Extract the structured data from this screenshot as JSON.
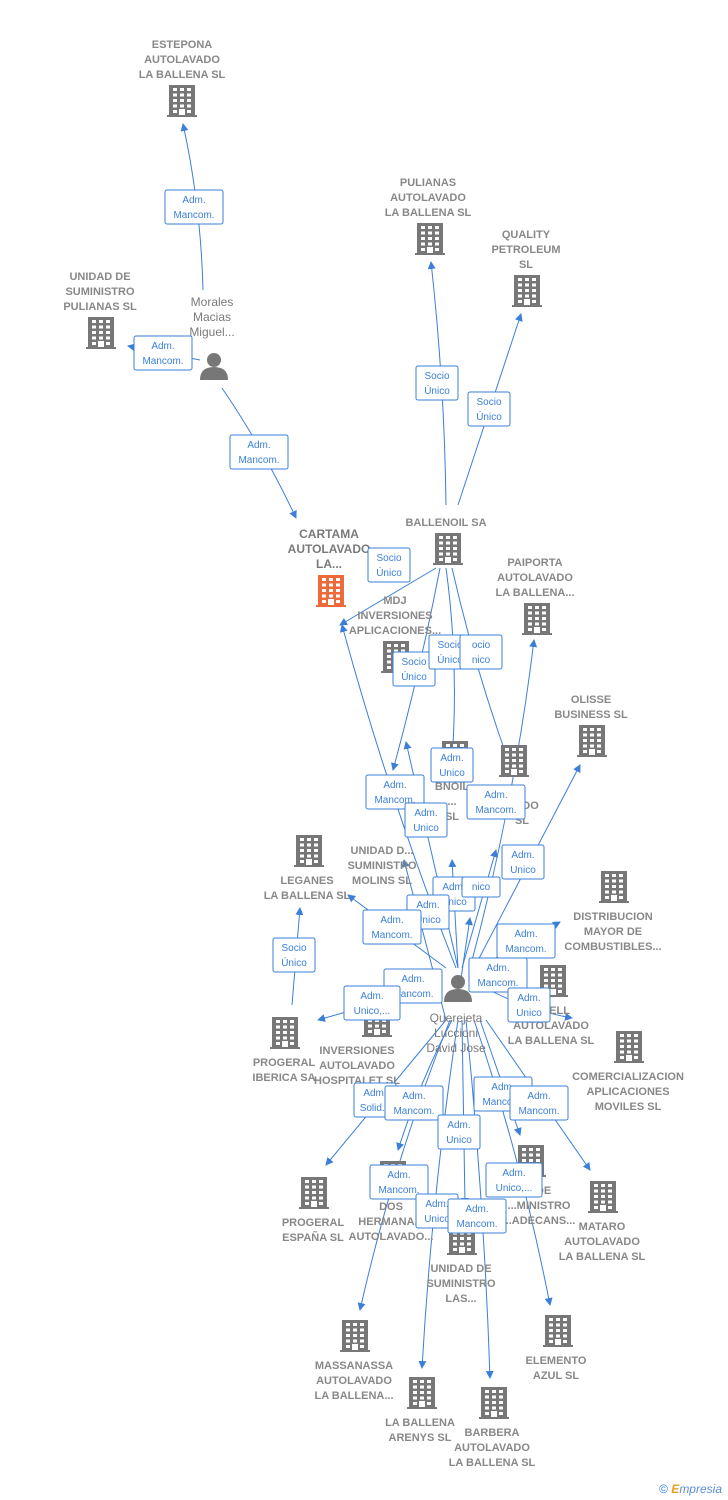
{
  "footer": {
    "copyright": "©",
    "brand_initial": "E",
    "brand_rest": "mpresia"
  },
  "colors": {
    "company": "#777777",
    "focus": "#ef6a3a",
    "edge": "#3b7fd9"
  },
  "nodes": [
    {
      "id": "estepona",
      "kind": "company",
      "icon": "building-icon",
      "lines": [
        "ESTEPONA",
        "AUTOLAVADO",
        "LA BALLENA SL"
      ]
    },
    {
      "id": "pulianas_autolavado",
      "kind": "company",
      "icon": "building-icon",
      "lines": [
        "PULIANAS",
        "AUTOLAVADO",
        "LA BALLENA SL"
      ]
    },
    {
      "id": "quality",
      "kind": "company",
      "icon": "building-icon",
      "lines": [
        "QUALITY",
        "PETROLEUM",
        "SL"
      ]
    },
    {
      "id": "unidad_pulianas",
      "kind": "company",
      "icon": "building-icon",
      "lines": [
        "UNIDAD DE",
        "SUMINISTRO",
        "PULIANAS  SL"
      ]
    },
    {
      "id": "morales",
      "kind": "person",
      "icon": "person-icon",
      "lines": [
        "Morales",
        "Macias",
        "Miguel..."
      ]
    },
    {
      "id": "cartama",
      "kind": "focus",
      "icon": "building-icon",
      "lines": [
        "CARTAMA",
        "AUTOLAVADO",
        "LA..."
      ]
    },
    {
      "id": "ballenoil",
      "kind": "company",
      "icon": "building-icon",
      "lines": [
        "BALLENOIL SA"
      ]
    },
    {
      "id": "paiporta",
      "kind": "company",
      "icon": "building-icon",
      "lines": [
        "PAIPORTA",
        "AUTOLAVADO",
        "LA BALLENA..."
      ]
    },
    {
      "id": "mdj",
      "kind": "company",
      "icon": "building-icon",
      "lines": [
        "MDJ",
        "INVERSIONES",
        "APLICACIONES..."
      ]
    },
    {
      "id": "olisse",
      "kind": "company",
      "icon": "building-icon",
      "lines": [
        "OLISSE",
        "BUSINESS  SL"
      ]
    },
    {
      "id": "bnoil",
      "kind": "company",
      "icon": "building-icon",
      "lines": [
        "BNOIL",
        "...",
        "SL"
      ]
    },
    {
      "id": "autolavado_s",
      "kind": "company",
      "icon": "building-icon",
      "lines": [
        "S",
        "...ADO",
        "SL"
      ]
    },
    {
      "id": "unidad_molins",
      "kind": "company",
      "icon": "building-icon",
      "lines": [
        "UNIDAD D...",
        "SUMINISTRO",
        "MOLINS SL"
      ]
    },
    {
      "id": "leganes",
      "kind": "company",
      "icon": "building-icon",
      "lines": [
        "LEGANES",
        "LA BALLENA SL"
      ]
    },
    {
      "id": "distribucion",
      "kind": "company",
      "icon": "building-icon",
      "lines": [
        "DISTRIBUCION",
        "MAYOR DE",
        "COMBUSTIBLES..."
      ]
    },
    {
      "id": "querejeta",
      "kind": "person",
      "icon": "person-icon",
      "lines": [
        "Querejeta",
        "Luccioni",
        "David Jose"
      ]
    },
    {
      "id": "dell",
      "kind": "company",
      "icon": "building-icon",
      "lines": [
        "...DELL",
        "AUTOLAVADO",
        "LA BALLENA SL"
      ]
    },
    {
      "id": "inversiones",
      "kind": "company",
      "icon": "building-icon",
      "lines": [
        "INVERSIONES",
        "AUTOLAVADO",
        "HOSPITALET SL"
      ]
    },
    {
      "id": "progeral_iberica",
      "kind": "company",
      "icon": "building-icon",
      "lines": [
        "PROGERAL",
        "IBERICA SA"
      ]
    },
    {
      "id": "comercializacion",
      "kind": "company",
      "icon": "building-icon",
      "lines": [
        "COMERCIALIZACION",
        "APLICACIONES",
        "MOVILES  SL"
      ]
    },
    {
      "id": "progeral_espana",
      "kind": "company",
      "icon": "building-icon",
      "lines": [
        "PROGERAL",
        "ESPAÑA SL"
      ]
    },
    {
      "id": "dos_hermanas",
      "kind": "company",
      "icon": "building-icon",
      "lines": [
        "DOS",
        "HERMANA...",
        "AUTOLAVADO..."
      ]
    },
    {
      "id": "unidad_cans",
      "kind": "company",
      "icon": "building-icon",
      "lines": [
        "...DE",
        "...MINISTRO",
        "...ADECANS..."
      ]
    },
    {
      "id": "mataro",
      "kind": "company",
      "icon": "building-icon",
      "lines": [
        "MATARO",
        "AUTOLAVADO",
        "LA BALLENA SL"
      ]
    },
    {
      "id": "unidad_las",
      "kind": "company",
      "icon": "building-icon",
      "lines": [
        "UNIDAD DE",
        "SUMINISTRO",
        "LAS..."
      ]
    },
    {
      "id": "massanassa",
      "kind": "company",
      "icon": "building-icon",
      "lines": [
        "MASSANASSA",
        "AUTOLAVADO",
        "LA BALLENA..."
      ]
    },
    {
      "id": "elemento",
      "kind": "company",
      "icon": "building-icon",
      "lines": [
        "ELEMENTO",
        "AZUL SL"
      ]
    },
    {
      "id": "arenys",
      "kind": "company",
      "icon": "building-icon",
      "lines": [
        "LA BALLENA",
        "ARENYS SL"
      ]
    },
    {
      "id": "barbera",
      "kind": "company",
      "icon": "building-icon",
      "lines": [
        "BARBERA",
        "AUTOLAVADO",
        "LA BALLENA SL"
      ]
    }
  ],
  "edge_labels": [
    {
      "id": "e_estepona",
      "lines": [
        "Adm.",
        "Mancom."
      ]
    },
    {
      "id": "e_unidad_pulianas",
      "lines": [
        "Adm.",
        "Mancom."
      ]
    },
    {
      "id": "e_cartama_morales",
      "lines": [
        "Adm.",
        "Mancom."
      ]
    },
    {
      "id": "e_pulianas",
      "lines": [
        "Socio",
        "Único"
      ]
    },
    {
      "id": "e_quality",
      "lines": [
        "Socio",
        "Único"
      ]
    },
    {
      "id": "e_mdj",
      "lines": [
        "Socio",
        "Único"
      ]
    },
    {
      "id": "e_b1",
      "lines": [
        "Socio",
        "Único"
      ]
    },
    {
      "id": "e_b2",
      "lines": [
        "Socio",
        "Único"
      ]
    },
    {
      "id": "e_b3",
      "lines": [
        "ocio",
        "nico"
      ]
    },
    {
      "id": "e_bnoil",
      "lines": [
        "Adm.",
        "Unico"
      ]
    },
    {
      "id": "e_cartama_q",
      "lines": [
        "Adm.",
        "Mancom."
      ]
    },
    {
      "id": "e_molins",
      "lines": [
        "Adm.",
        "Unico"
      ]
    },
    {
      "id": "e_autolavado_s",
      "lines": [
        "Adm.",
        "Mancom."
      ]
    },
    {
      "id": "e_olisse",
      "lines": [
        "Adm.",
        "Unico"
      ]
    },
    {
      "id": "e_q1",
      "lines": [
        "Adm.",
        "Unico"
      ]
    },
    {
      "id": "e_q2",
      "lines": [
        "Adm.",
        "Unico"
      ]
    },
    {
      "id": "e_q3",
      "lines": [
        "nico"
      ]
    },
    {
      "id": "e_leganes",
      "lines": [
        "Adm.",
        "Mancom."
      ]
    },
    {
      "id": "e_leganes_prog",
      "lines": [
        "Socio",
        "Único"
      ]
    },
    {
      "id": "e_distribucion",
      "lines": [
        "Adm.",
        "Mancom."
      ]
    },
    {
      "id": "e_dell",
      "lines": [
        "Adm.",
        "Mancom."
      ]
    },
    {
      "id": "e_inversiones",
      "lines": [
        "Adm.",
        "Mancom."
      ]
    },
    {
      "id": "e_progeral_iberica",
      "lines": [
        "Adm.",
        "Unico,..."
      ]
    },
    {
      "id": "e_dell2",
      "lines": [
        "Adm.",
        "Unico"
      ]
    },
    {
      "id": "e_progeral_espana",
      "lines": [
        "Adm.",
        "Solid..."
      ]
    },
    {
      "id": "e_dos",
      "lines": [
        "Adm.",
        "Mancom."
      ]
    },
    {
      "id": "e_comercializacion",
      "lines": [
        "Adm.",
        "Mancom."
      ]
    },
    {
      "id": "e_cans",
      "lines": [
        "Adm.",
        "Mancom."
      ]
    },
    {
      "id": "e_unidad_las",
      "lines": [
        "Adm.",
        "Unico"
      ]
    },
    {
      "id": "e_massanassa",
      "lines": [
        "Adm.",
        "Mancom."
      ]
    },
    {
      "id": "e_mataro",
      "lines": [
        "Adm.",
        "Unico,..."
      ]
    },
    {
      "id": "e_arenys",
      "lines": [
        "Adm.",
        "Unico"
      ]
    },
    {
      "id": "e_barbera",
      "lines": [
        "Adm.",
        "Mancom."
      ]
    }
  ]
}
